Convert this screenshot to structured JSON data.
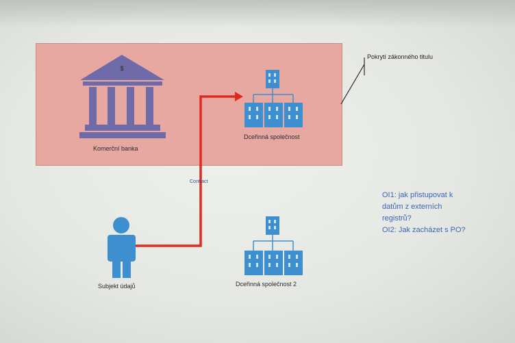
{
  "diagram": {
    "bank_label": "Komerční banka",
    "bank_symbol": "$",
    "subsidiary_label": "Dceřinná společnost",
    "subsidiary2_label": "Dceřinná společnost 2",
    "subject_label": "Subjekt údajů",
    "contract_label": "Contract",
    "legal_title_label": "Pokrytí zákonného titulu",
    "notes": [
      "OI1: jak přistupovat k",
      "datům z externích",
      "registrů?",
      "OI2: Jak zacházet s PO?"
    ]
  },
  "colors": {
    "bank_area": "#e8a8a2",
    "bank_icon": "#6f6aa8",
    "org_blue": "#3d8fd0",
    "person_blue": "#3d8fd0",
    "arrow_red": "#e02a1e",
    "notes_blue": "#3a64b8"
  }
}
